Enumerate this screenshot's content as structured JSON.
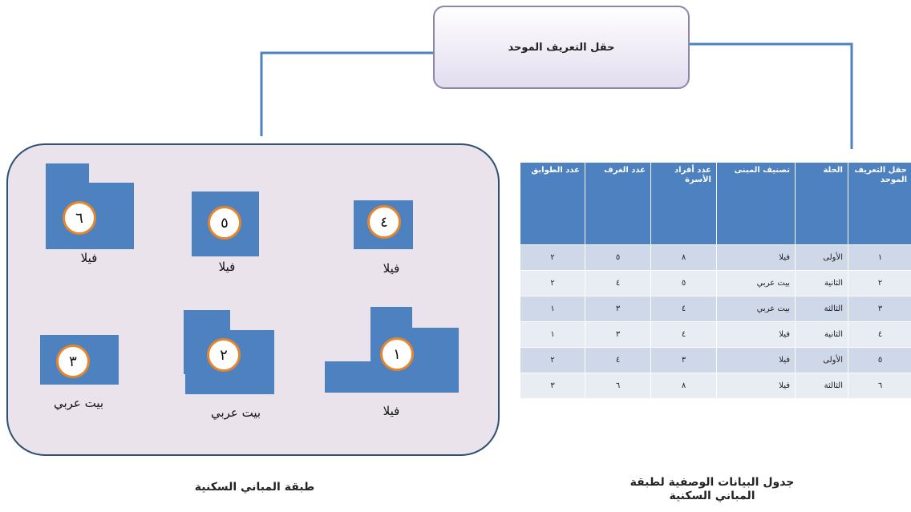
{
  "uid_box": {
    "label": "حقل التعريف الموحد"
  },
  "buildings": [
    {
      "number": "٦",
      "label": "فيلا"
    },
    {
      "number": "٥",
      "label": "فيلا"
    },
    {
      "number": "٤",
      "label": "فيلا"
    },
    {
      "number": "٣",
      "label": "بيت عربي"
    },
    {
      "number": "٢",
      "label": "بيت عربي"
    },
    {
      "number": "١",
      "label": "فيلا"
    }
  ],
  "table": {
    "headers": [
      "حقل التعريف الموحد",
      "الحلة",
      "تصنيف المبنى",
      "عدد أفراد الأسرة",
      "عدد الغرف",
      "عدد الطوابق"
    ],
    "rows": [
      [
        "١",
        "الأولى",
        "فيلا",
        "٨",
        "٥",
        "٢"
      ],
      [
        "٢",
        "الثانية",
        "بيت عربي",
        "٥",
        "٤",
        "٢"
      ],
      [
        "٣",
        "الثالثة",
        "بيت عربي",
        "٤",
        "٣",
        "١"
      ],
      [
        "٤",
        "الثانية",
        "فيلا",
        "٤",
        "٣",
        "١"
      ],
      [
        "٥",
        "الأولى",
        "فيلا",
        "٣",
        "٤",
        "٢"
      ],
      [
        "٦",
        "الثالثة",
        "فيلا",
        "٨",
        "٦",
        "٣"
      ]
    ]
  },
  "captions": {
    "layer": "طبقة المباني السكنية",
    "table": "جدول البيانات الوصفية لطبقة المباني السكنية"
  },
  "colors": {
    "building": "#4d81c0",
    "circle_border": "#e3862d",
    "panel_border": "#2f4f73",
    "connector": "#4d81c0"
  }
}
